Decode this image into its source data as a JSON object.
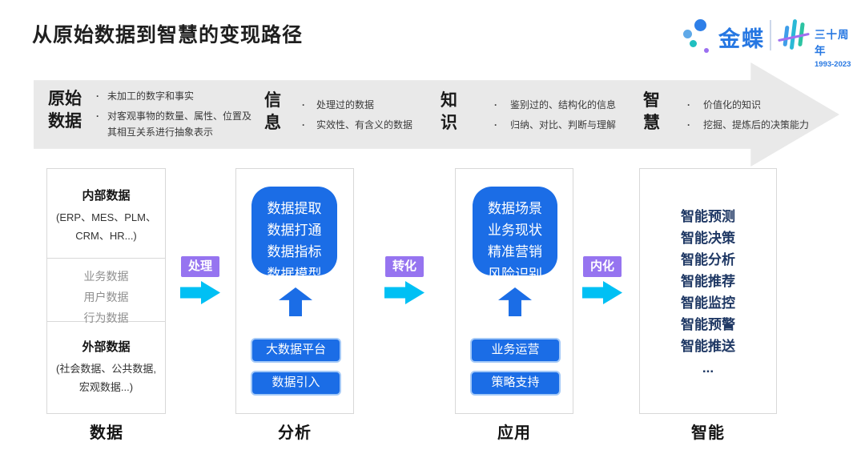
{
  "title": "从原始数据到智慧的变现路径",
  "logo": {
    "brand": "金蝶",
    "anniversary": "三十周年",
    "years": "1993-2023"
  },
  "colors": {
    "primary_blue": "#1b6de6",
    "badge_purple": "#9674f0",
    "arrow_cyan": "#00c0f4",
    "navy_text": "#1f3864",
    "banner_gray": "#e9e9e9",
    "brand_blue": "#2677e2"
  },
  "ui": {
    "bullet": "·"
  },
  "banner": {
    "stages": [
      {
        "heading": "原始\n数据",
        "bullets": [
          "未加工的数字和事实",
          "对客观事物的数量、属性、位置及其相互关系进行抽象表示"
        ]
      },
      {
        "heading": "信\n息",
        "bullets": [
          "处理过的数据",
          "实效性、有含义的数据"
        ]
      },
      {
        "heading": "知\n识",
        "bullets": [
          "鉴别过的、结构化的信息",
          "归纳、对比、判断与理解"
        ]
      },
      {
        "heading": "智\n慧",
        "bullets": [
          "价值化的知识",
          "挖掘、提炼后的决策能力"
        ]
      }
    ]
  },
  "columns": [
    {
      "label": "数据",
      "internal_title": "内部数据",
      "internal_detail": "(ERP、MES、PLM、\nCRM、HR...)",
      "middle_items": [
        "业务数据",
        "用户数据",
        "行为数据"
      ],
      "external_title": "外部数据",
      "external_detail": "(社会数据、公共数据,\n宏观数据...)"
    },
    {
      "label": "分析",
      "core": "数据提取\n数据打通\n数据指标\n数据模型",
      "buttons": [
        "大数据平台",
        "数据引入"
      ]
    },
    {
      "label": "应用",
      "core": "数据场景\n业务现状\n精准营销\n风险识别",
      "buttons": [
        "业务运营",
        "策略支持"
      ]
    },
    {
      "label": "智能",
      "items": [
        "智能预测",
        "智能决策",
        "智能分析",
        "智能推荐",
        "智能监控",
        "智能预警",
        "智能推送",
        "..."
      ]
    }
  ],
  "connectors": [
    {
      "label": "处理"
    },
    {
      "label": "转化"
    },
    {
      "label": "内化"
    }
  ]
}
